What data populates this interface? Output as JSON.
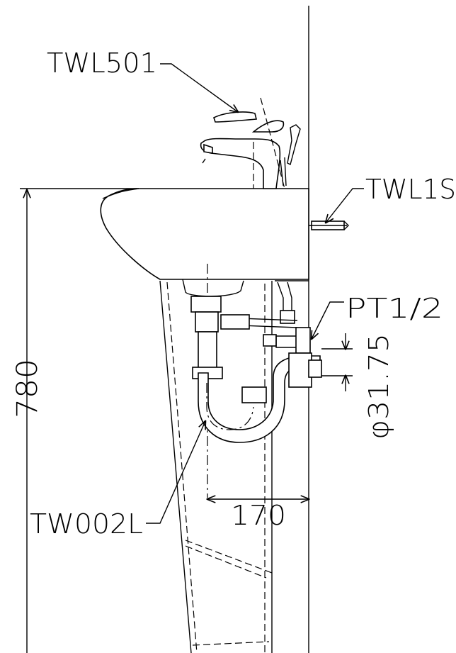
{
  "labels": {
    "faucet": "TWL501",
    "wall_fixing": "TWL1S",
    "supply": "PT1/2",
    "drain_dia": "φ31.75",
    "trap": "TW002L",
    "height_dim": "780",
    "offset_dim": "170"
  }
}
